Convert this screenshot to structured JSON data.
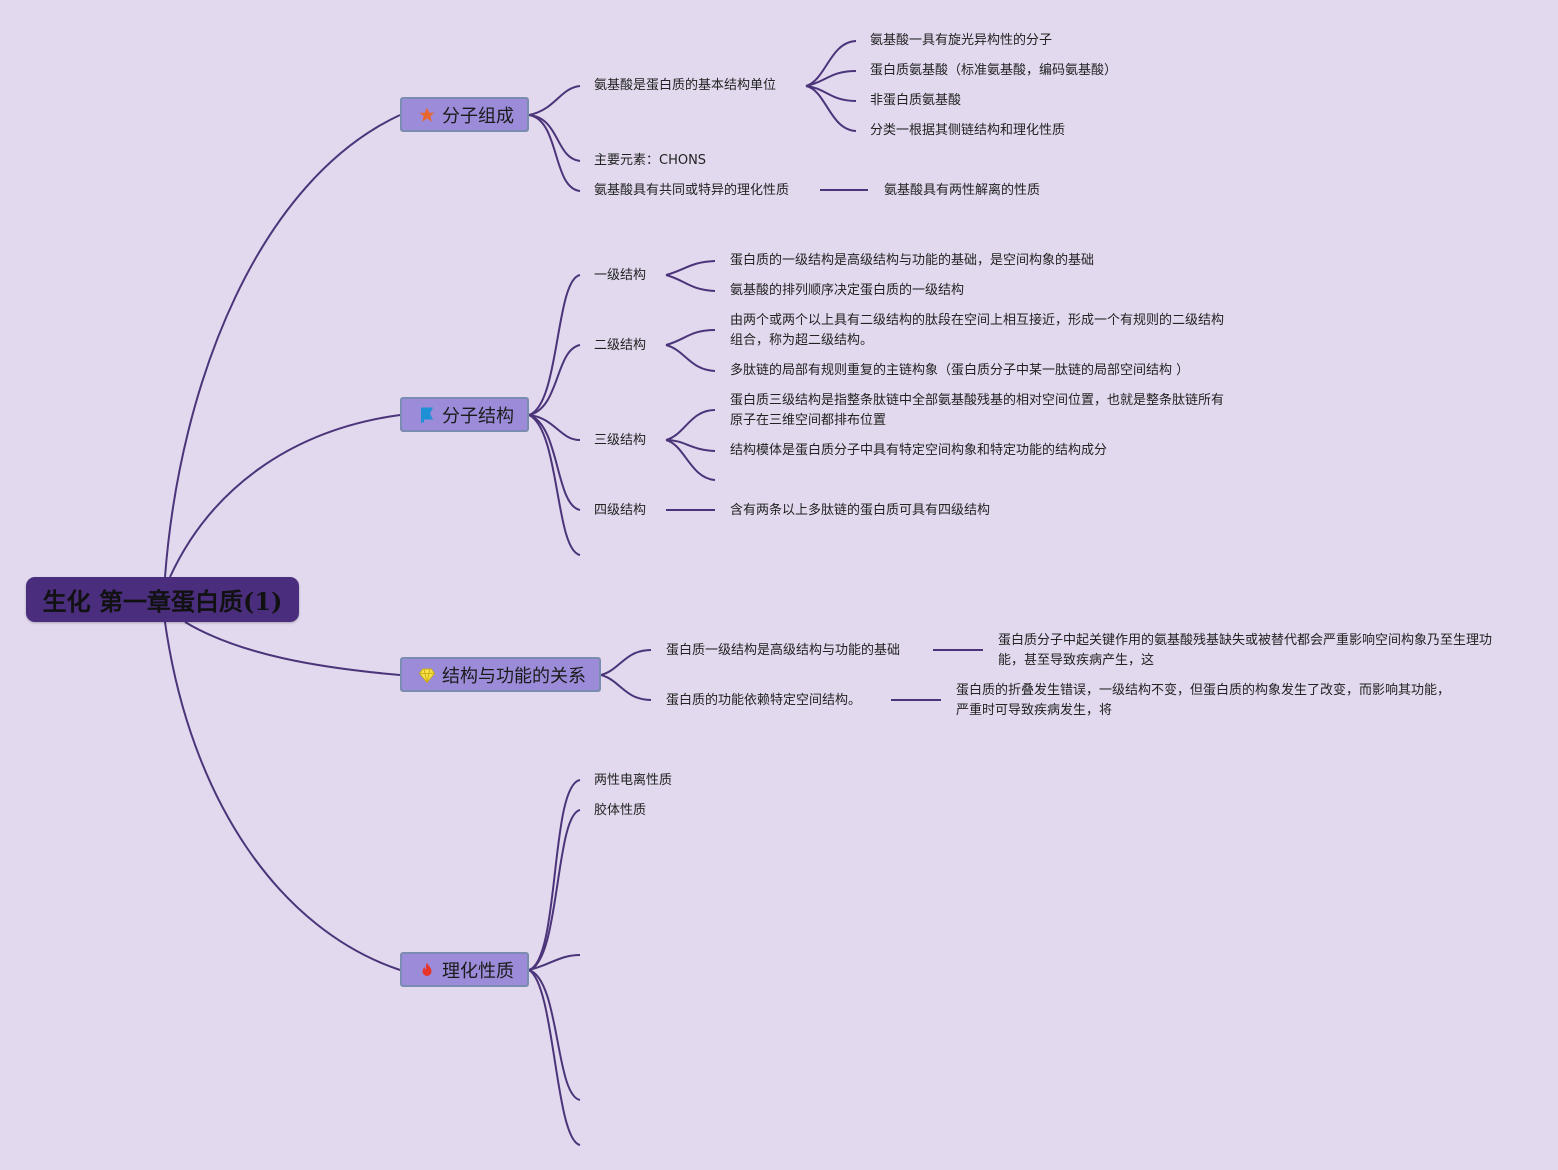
{
  "title": "生化 第一章蛋白质(1)",
  "colors": {
    "background": "#e2d9ee",
    "root_fill": "#4a2e7d",
    "topic_fill": "#9c8bd8",
    "line": "#4b3479"
  },
  "topics": [
    {
      "label": "分子组成",
      "icon": "star-icon",
      "children": [
        {
          "label": "氨基酸是蛋白质的基本结构单位",
          "children": [
            "氨基酸一具有旋光异构性的分子",
            "蛋白质氨基酸（标准氨基酸，编码氨基酸）",
            "非蛋白质氨基酸",
            "分类一根据其侧链结构和理化性质"
          ]
        },
        {
          "label": "主要元素：CHONS",
          "children": []
        },
        {
          "label": "氨基酸具有共同或特异的理化性质",
          "children": [
            "氨基酸具有两性解离的性质"
          ]
        }
      ]
    },
    {
      "label": "分子结构",
      "icon": "flag-icon",
      "children": [
        {
          "label": "一级结构",
          "children": [
            "蛋白质的一级结构是高级结构与功能的基础，是空间构象的基础",
            "氨基酸的排列顺序决定蛋白质的一级结构"
          ]
        },
        {
          "label": "二级结构",
          "children": [
            "由两个或两个以上具有二级结构的肽段在空间上相互接近，形成一个有规则的二级结构组合，称为超二级结构。",
            "多肽链的局部有规则重复的主链构象（蛋白质分子中某一肽链的局部空间结构 ）"
          ]
        },
        {
          "label": "三级结构",
          "children": [
            "蛋白质三级结构是指整条肽链中全部氨基酸残基的相对空间位置，也就是整条肽链所有原子在三维空间都排布位置",
            "结构模体是蛋白质分子中具有特定空间构象和特定功能的结构成分",
            ""
          ]
        },
        {
          "label": "四级结构",
          "children": [
            "含有两条以上多肽链的蛋白质可具有四级结构"
          ]
        },
        {
          "label": "",
          "children": []
        }
      ]
    },
    {
      "label": "结构与功能的关系",
      "icon": "diamond-icon",
      "children": [
        {
          "label": "蛋白质一级结构是高级结构与功能的基础",
          "children": [
            "蛋白质分子中起关键作用的氨基酸残基缺失或被替代都会严重影响空间构象乃至生理功能，甚至导致疾病产生，这"
          ]
        },
        {
          "label": "蛋白质的功能依赖特定空间结构。",
          "children": [
            "蛋白质的折叠发生错误，一级结构不变，但蛋白质的构象发生了改变，而影响其功能，严重时可导致疾病发生，将"
          ]
        }
      ]
    },
    {
      "label": "理化性质",
      "icon": "fire-icon",
      "children": [
        {
          "label": "两性电离性质",
          "children": []
        },
        {
          "label": "胶体性质",
          "children": []
        },
        {
          "label": "",
          "children": []
        },
        {
          "label": "",
          "children": []
        },
        {
          "label": "",
          "children": []
        }
      ]
    }
  ]
}
